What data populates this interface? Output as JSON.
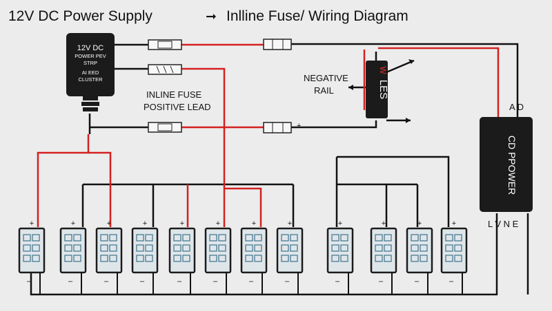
{
  "title_left": "12V DC Power Supply",
  "title_right_arrow": "➞",
  "title_right": "Inlline Fuse/ Wiring Diagram",
  "adapter": {
    "line1": "12V DC",
    "line2": "POWER PEV",
    "line3": "STRP",
    "line4": "AI EED",
    "line5": "CLUSTER"
  },
  "fuse_labels": {
    "top": "",
    "middle": "",
    "lower": ""
  },
  "labels": {
    "inline_fuse": "INLINE FUSE",
    "positive_lead": "POSITIVE LEAD",
    "negative": "NEGATIVE",
    "rail": "RAIL",
    "plus_mark": "+"
  },
  "switch_box_text": "LES",
  "switch_box_mark": "W",
  "right_box": {
    "text": "CD PPOWER",
    "top_terminals": "A  D",
    "bottom_terminals": "L  V  N  E"
  },
  "modules": {
    "plus": "+",
    "minus": "–",
    "count": 12
  },
  "colors": {
    "positive": "#d42020",
    "negative": "#111111",
    "background": "#ececec",
    "module_fill": "#dfe6ea",
    "module_cell": "#4a7a92"
  }
}
